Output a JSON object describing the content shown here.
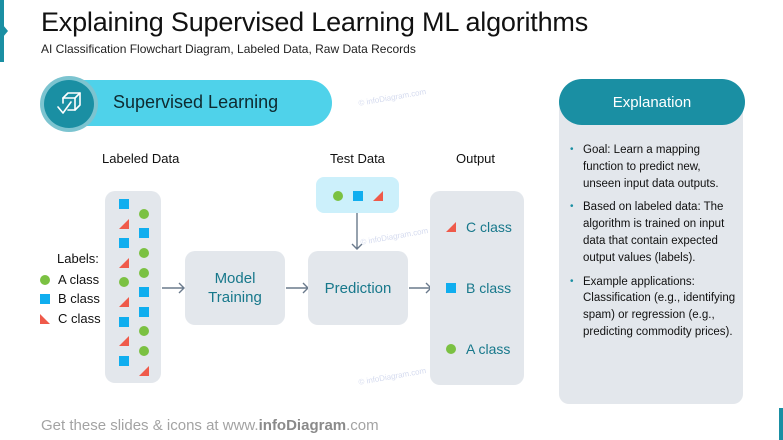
{
  "header": {
    "title": "Explaining Supervised Learning ML algorithms",
    "subtitle": "AI Classification Flowchart Diagram, Labeled Data, Raw Data Records"
  },
  "section_pill": {
    "label": "Supervised Learning",
    "icon": "box-checkmark-icon"
  },
  "flow": {
    "labeled_data_header": "Labeled Data",
    "test_data_header": "Test Data",
    "output_header": "Output",
    "model_training": "Model Training",
    "prediction": "Prediction"
  },
  "legend": {
    "title": "Labels:",
    "items": [
      {
        "shape": "circle",
        "label": "A class"
      },
      {
        "shape": "square",
        "label": "B class"
      },
      {
        "shape": "triangle",
        "label": "C class"
      }
    ]
  },
  "labeled_data_shapes": [
    "square",
    "circle",
    "triangle",
    "square",
    "square",
    "circle",
    "triangle",
    "circle",
    "circle",
    "square",
    "triangle",
    "square",
    "square",
    "circle",
    "triangle",
    "circle",
    "square",
    "triangle"
  ],
  "test_data_shapes": [
    "circle",
    "square",
    "triangle"
  ],
  "output": {
    "items": [
      {
        "shape": "triangle",
        "label": "C class"
      },
      {
        "shape": "square",
        "label": "B class"
      },
      {
        "shape": "circle",
        "label": "A class"
      }
    ]
  },
  "explanation": {
    "title": "Explanation",
    "bullets": [
      "Goal: Learn a mapping function to predict new, unseen input data outputs.",
      "Based on labeled data: The algorithm is trained on input data that contain expected output values (labels).",
      "Example applications: Classification (e.g., identifying spam) or regression (e.g., predicting commodity prices)."
    ]
  },
  "watermark": "© infoDiagram.com",
  "footer": {
    "prefix": "Get these slides & icons at www.",
    "brand": "infoDiagram",
    "suffix": ".com"
  },
  "colors": {
    "accent": "#1a8fa3",
    "pill": "#4fd2ea",
    "class_a": "#7bc142",
    "class_b": "#10aeef",
    "class_c": "#ef5a4a",
    "panel": "#e3e7ec"
  }
}
